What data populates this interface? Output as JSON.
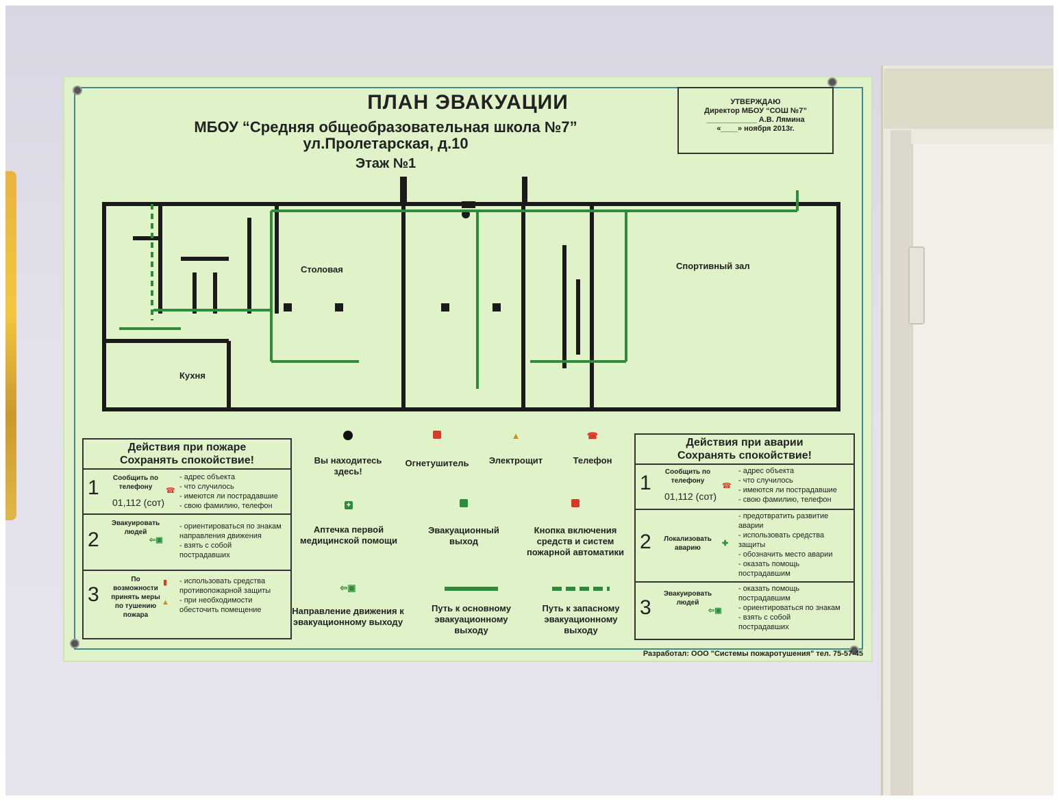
{
  "title": "ПЛАН ЭВАКУАЦИИ",
  "school": "МБОУ “Средняя общеобразовательная школа №7”",
  "address": "ул.Пролетарская, д.10",
  "floor": "Этаж №1",
  "approval": {
    "line1": "УТВЕРЖДАЮ",
    "line2": "Директор МБОУ “СОШ №7”",
    "line3": "____________ А.В. Лямина",
    "line4": "«____» ноября 2013г."
  },
  "rooms": {
    "canteen": "Столовая",
    "gym": "Спортивный зал",
    "kitchen": "Кухня"
  },
  "fire_box": {
    "header1": "Действия при пожаре",
    "header2": "Сохранять спокойствие!",
    "steps": [
      {
        "num": "1",
        "label": "Сообщить по телефону",
        "phone": "01,112 (сот)",
        "items": [
          "- адрес объекта",
          "- что случилось",
          "- имеются ли пострадавшие",
          "- свою фамилию, телефон"
        ]
      },
      {
        "num": "2",
        "label": "Эвакуировать людей",
        "items": [
          "- ориентироваться по знакам",
          "  направления движения",
          "- взять с собой",
          "  пострадавших"
        ]
      },
      {
        "num": "3",
        "label": "По возможности принять меры по тушению пожара",
        "items": [
          "- использовать средства",
          "  противопожарной защиты",
          "- при необходимости",
          "  обесточить помещение"
        ]
      }
    ]
  },
  "accident_box": {
    "header1": "Действия при аварии",
    "header2": "Сохранять спокойствие!",
    "steps": [
      {
        "num": "1",
        "label": "Сообщить по телефону",
        "phone": "01,112 (сот)",
        "items": [
          "- адрес объекта",
          "- что случилось",
          "- имеются ли пострадавшие",
          "- свою фамилию, телефон"
        ]
      },
      {
        "num": "2",
        "label": "Локализовать аварию",
        "items": [
          "- предотвратить развитие",
          "  аварии",
          "- использовать средства",
          "  защиты",
          "- обозначить место аварии",
          "- оказать помощь",
          "  пострадавшим"
        ]
      },
      {
        "num": "3",
        "label": "Эвакуировать людей",
        "items": [
          "- оказать помощь",
          "  пострадавшим",
          "- ориентироваться по знакам",
          "- взять с собой",
          "  пострадавших"
        ]
      }
    ]
  },
  "legend": {
    "here": "Вы находитесь здесь!",
    "extinguisher": "Огнетушитель",
    "panel": "Электрощит",
    "phone": "Телефон",
    "firstaid": "Аптечка первой медицинской помощи",
    "exit": "Эвакуационный выход",
    "button": "Кнопка включения средств и систем пожарной автоматики",
    "direction": "Направление движения к эвакуационному выходу",
    "main_path": "Путь к основному эвакуационному выходу",
    "spare_path": "Путь к запасному эвакуационному выходу"
  },
  "developer": "Разработал: ООО \"Системы пожаротушения\" тел. 75-57-45",
  "colors": {
    "board": "#dff2c8",
    "route": "#2e8b3a",
    "wall": "#1a1a1a",
    "red": "#d83a2a",
    "frame": "#3e8a8a"
  }
}
